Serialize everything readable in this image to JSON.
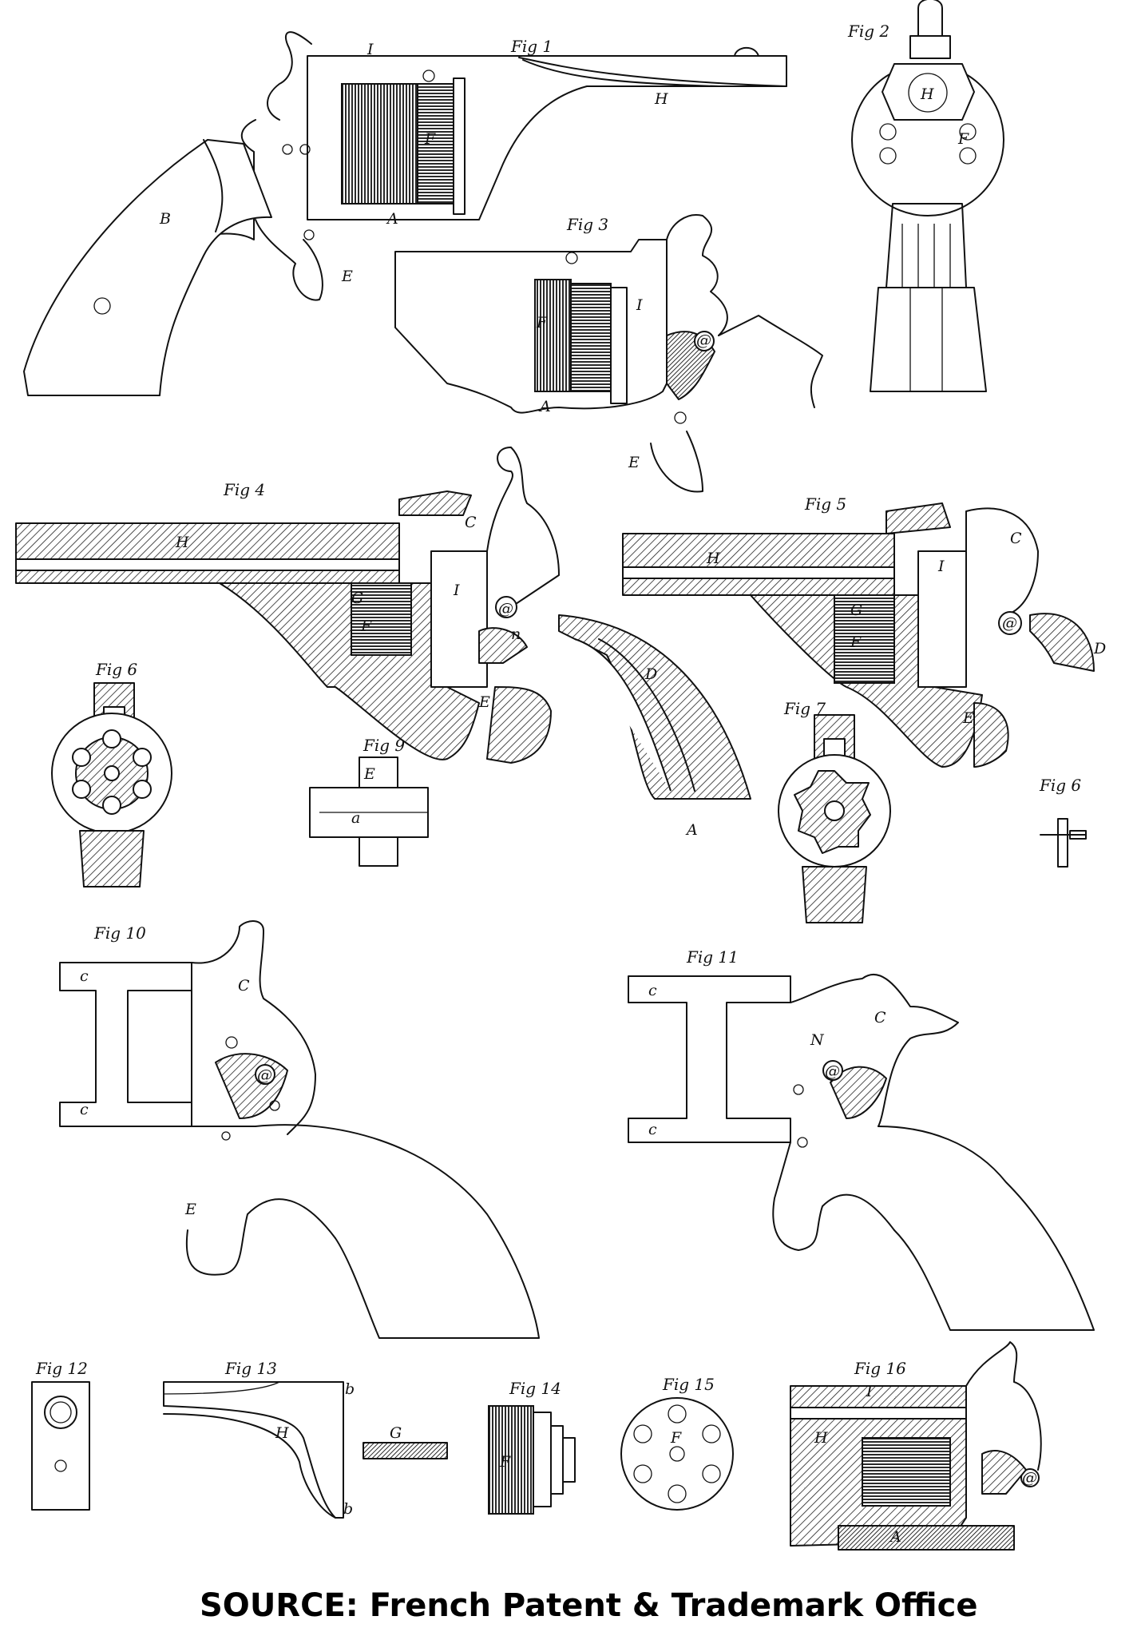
{
  "figures": {
    "fig1": "Fig 1",
    "fig2": "Fig 2",
    "fig3": "Fig 3",
    "fig4": "Fig 4",
    "fig5": "Fig 5",
    "fig6a": "Fig 6",
    "fig7": "Fig 7",
    "fig9": "Fig 9",
    "fig6b": "Fig 6",
    "fig10": "Fig 10",
    "fig11": "Fig 11",
    "fig12": "Fig 12",
    "fig13": "Fig 13",
    "fig14": "Fig 14",
    "fig15": "Fig 15",
    "fig16": "Fig 16"
  },
  "labels": {
    "A": "A",
    "B": "B",
    "C": "C",
    "D": "D",
    "E": "E",
    "F": "F",
    "G": "G",
    "H": "H",
    "I": "I",
    "a": "a",
    "b": "b",
    "c": "c",
    "n": "n",
    "N": "N",
    "circled_a": "@"
  },
  "caption": {
    "source": "SOURCE: French Patent & Trademark Office"
  }
}
